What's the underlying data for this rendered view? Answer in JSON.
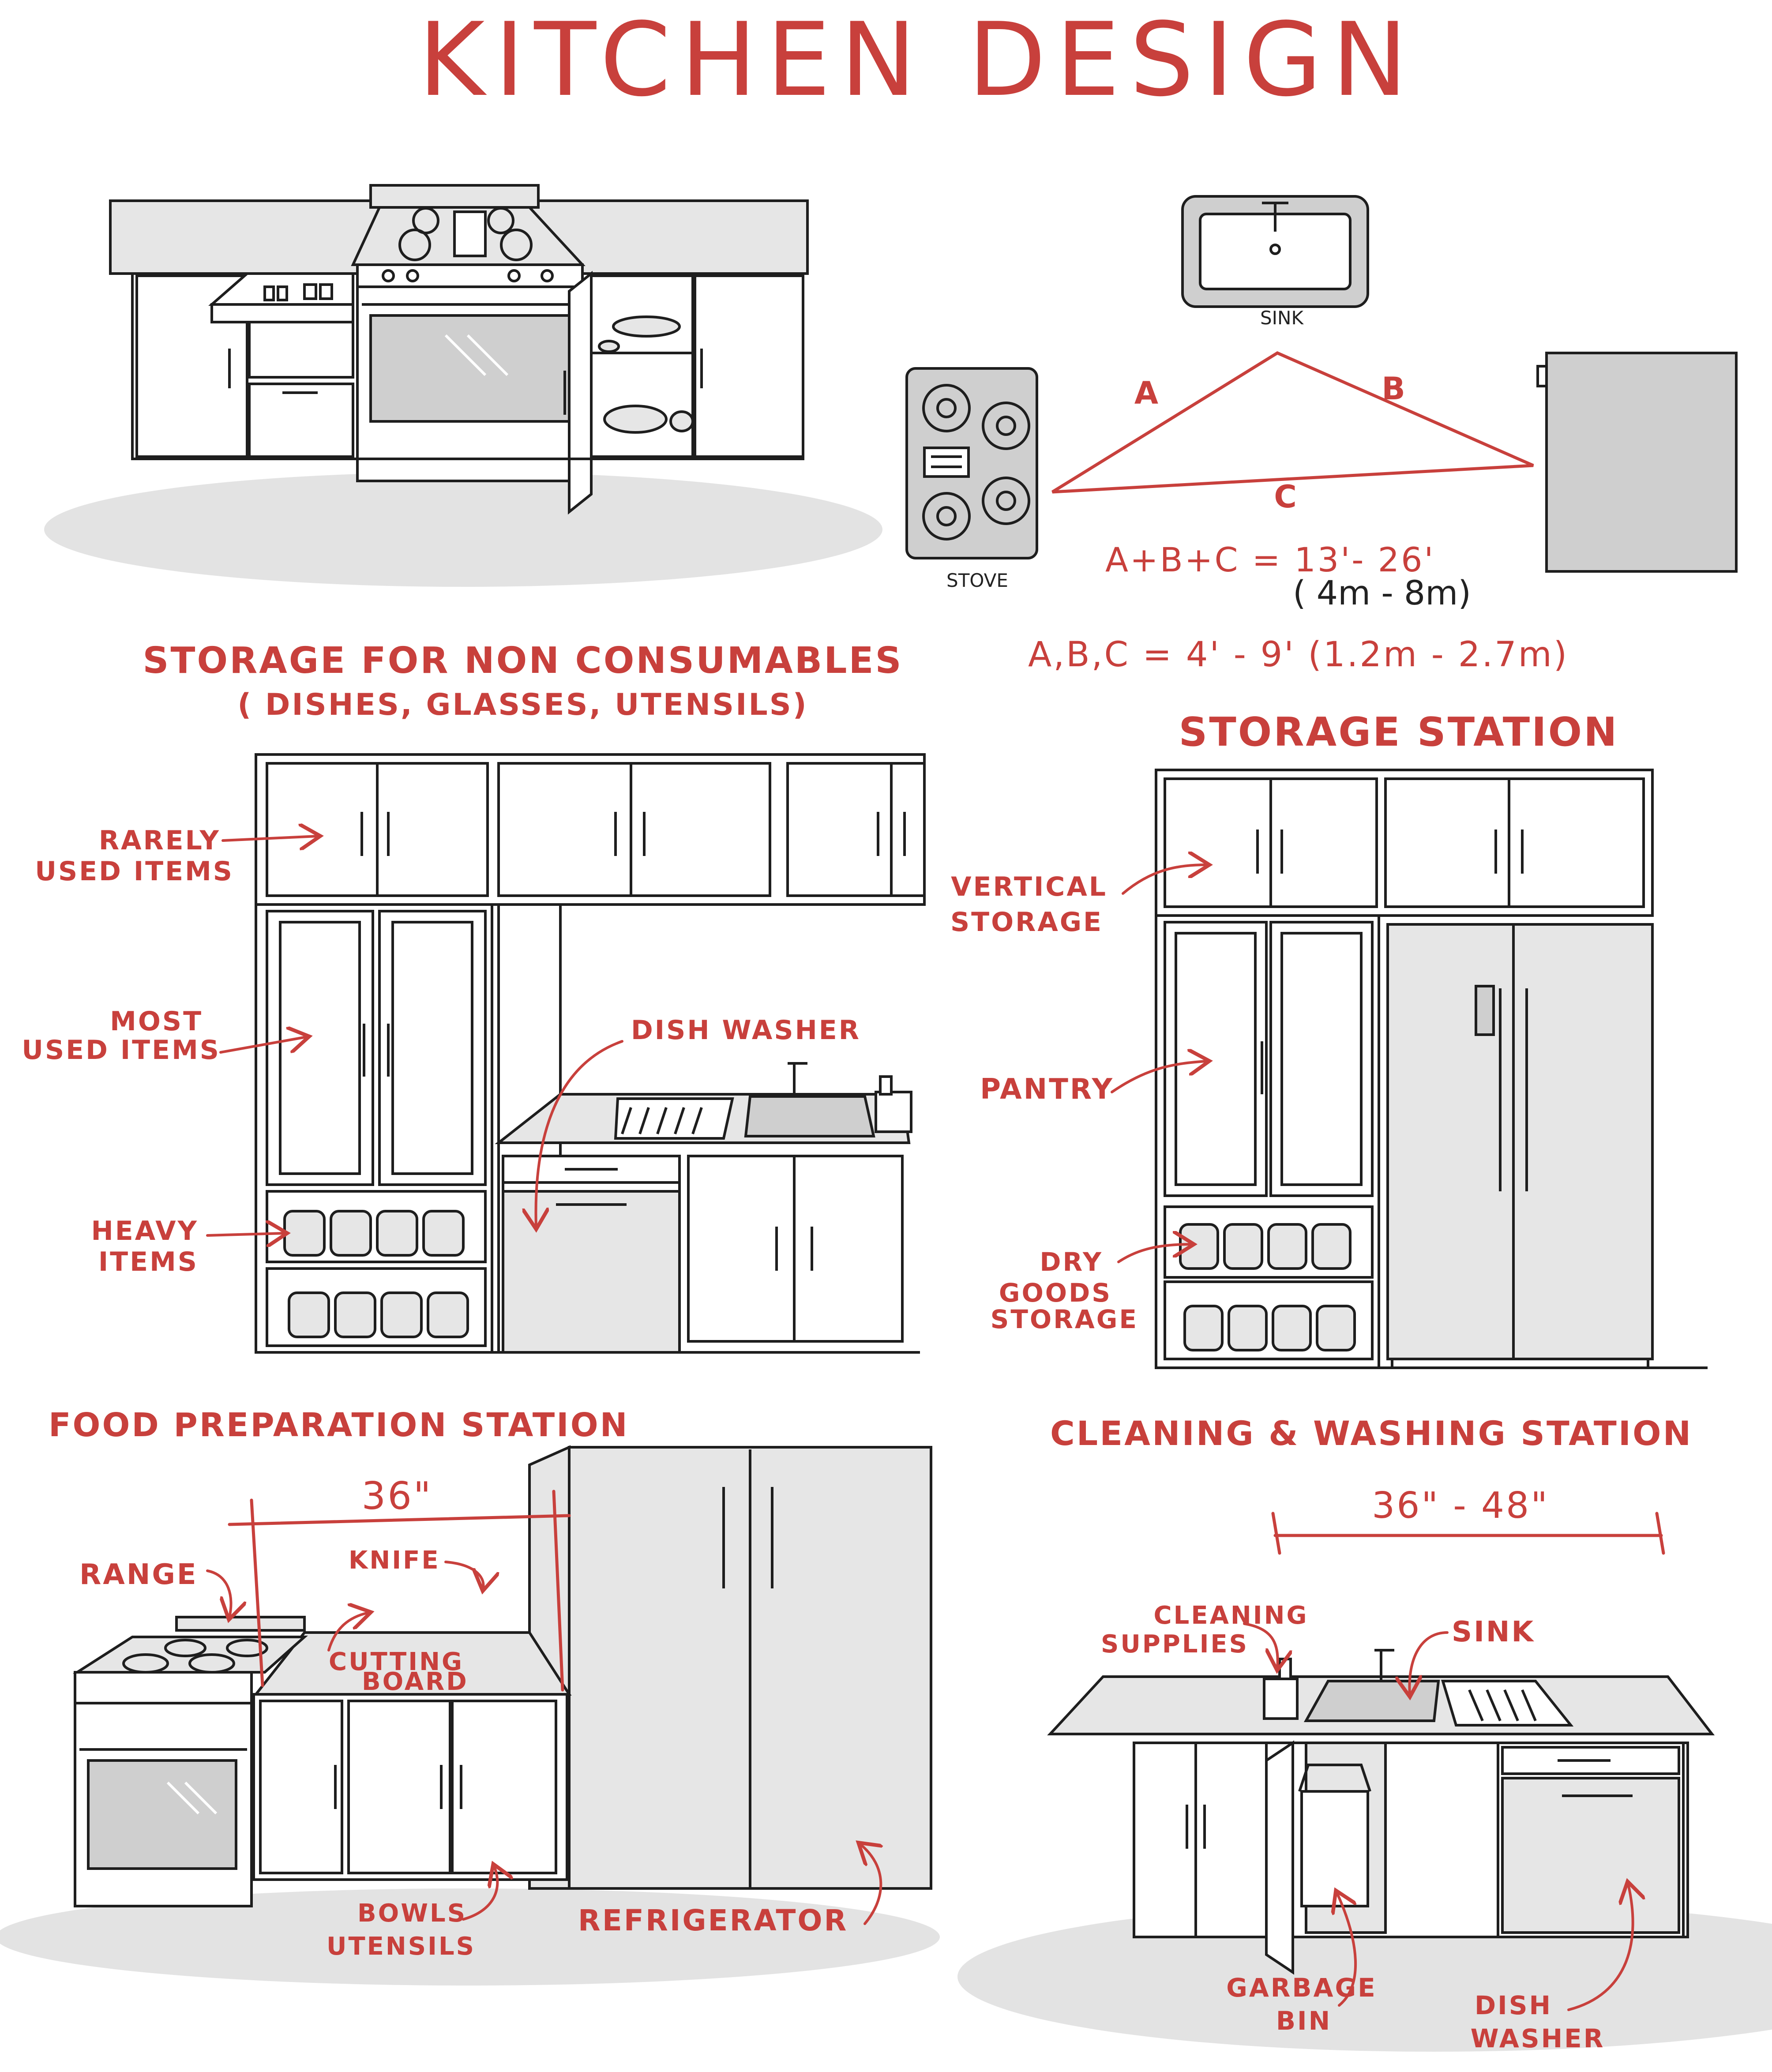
{
  "title": "KITCHEN DESIGN",
  "triangle": {
    "sink_label": "SINK",
    "stove_label": "STOVE",
    "side_a": "A",
    "side_b": "B",
    "side_c": "C",
    "total_line1": "A+B+C = 13'- 26'",
    "total_line2": "( 4m - 8m)",
    "each_side": "A,B,C = 4' - 9' (1.2m - 2.7m)"
  },
  "non_consumables": {
    "heading": "STORAGE FOR NON CONSUMABLES",
    "subheading": "( DISHES, GLASSES, UTENSILS)",
    "rarely_line1": "RARELY",
    "rarely_line2": "USED ITEMS",
    "most_line1": "MOST",
    "most_line2": "USED ITEMS",
    "heavy_line1": "HEAVY",
    "heavy_line2": "ITEMS",
    "dishwasher": "DISH WASHER"
  },
  "storage_station": {
    "heading": "STORAGE STATION",
    "vertical_line1": "VERTICAL",
    "vertical_line2": "STORAGE",
    "pantry": "PANTRY",
    "dry_line1": "DRY",
    "dry_line2": "GOODS",
    "dry_line3": "STORAGE"
  },
  "food_prep": {
    "heading": "FOOD PREPARATION STATION",
    "width": "36\"",
    "range": "RANGE",
    "knife": "KNIFE",
    "cutting_line1": "CUTTING",
    "cutting_line2": "BOARD",
    "bowls_line1": "BOWLS",
    "bowls_line2": "UTENSILS",
    "refrigerator": "REFRIGERATOR"
  },
  "cleaning": {
    "heading": "CLEANING & WASHING STATION",
    "width": "36\" - 48\"",
    "supplies_line1": "CLEANING",
    "supplies_line2": "SUPPLIES",
    "sink": "SINK",
    "garbage_line1": "GARBAGE",
    "garbage_line2": "BIN",
    "dish_line1": "DISH",
    "dish_line2": "WASHER"
  },
  "colors": {
    "accent": "#c8403c",
    "line": "#1e1e1e",
    "fill_light": "#e6e6e6",
    "fill_mid": "#cfcfcf"
  }
}
